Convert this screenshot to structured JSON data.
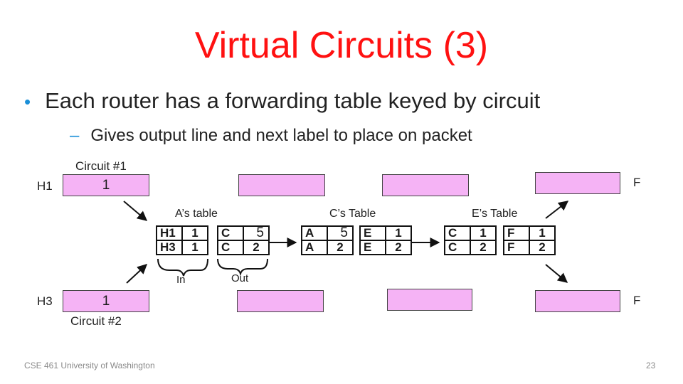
{
  "slide": {
    "title": "Virtual Circuits (3)",
    "bullet": "Each router has a forwarding table keyed by circuit",
    "sub_bullet": "Gives output line and next label to place on packet",
    "footer_left": "CSE 461 University of Washington",
    "page_number": "23"
  },
  "diagram": {
    "circuit1_label": "Circuit #1",
    "circuit2_label": "Circuit #2",
    "host_h1": "H1",
    "host_h3": "H3",
    "dest_top": "F",
    "dest_bottom": "F",
    "packet_h1_label": "1",
    "packet_h3_label": "1",
    "a_table_label": "A’s table",
    "c_table_label": "C’s Table",
    "e_table_label": "E’s Table",
    "in_label": "In",
    "out_label": "Out",
    "a_in": [
      [
        "H1",
        "1"
      ],
      [
        "H3",
        "1"
      ]
    ],
    "a_out": [
      [
        "C",
        "5"
      ],
      [
        "C",
        "2"
      ]
    ],
    "c_in": [
      [
        "A",
        "5"
      ],
      [
        "A",
        "2"
      ]
    ],
    "c_out": [
      [
        "E",
        "1"
      ],
      [
        "E",
        "2"
      ]
    ],
    "e_in": [
      [
        "C",
        "1"
      ],
      [
        "C",
        "2"
      ]
    ],
    "e_out": [
      [
        "F",
        "1"
      ],
      [
        "F",
        "2"
      ]
    ],
    "packet_color": "#f5b3f5",
    "title_color": "#ff1111",
    "bullet_color": "#1a8fd8"
  }
}
